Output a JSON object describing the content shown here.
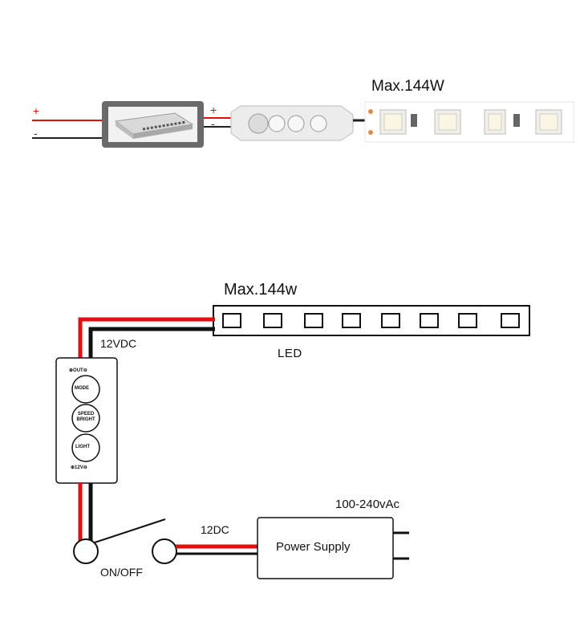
{
  "top_diagram": {
    "max_power": "Max.144W",
    "plus_in": "+",
    "minus_in": "-",
    "plus_out": "+",
    "minus_out": "-"
  },
  "bottom_diagram": {
    "max_power": "Max.144w",
    "voltage_label": "12VDC",
    "led_label": "LED",
    "dc_label": "12DC",
    "ac_input": "100-240vAc",
    "power_supply": "Power Supply",
    "switch_label": "ON/OFF",
    "controller": {
      "out": "OUT",
      "mode": "MODE",
      "speed": "SPEED",
      "bright": "BRIGHT",
      "light": "LIGHT",
      "v12": "12V"
    }
  },
  "colors": {
    "positive_wire": "#e01010",
    "negative_wire": "#111111"
  }
}
